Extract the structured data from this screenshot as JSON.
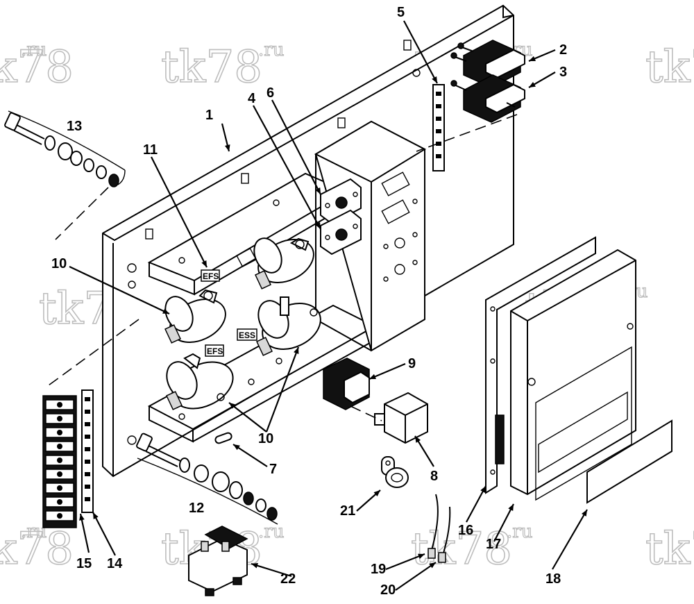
{
  "watermark": {
    "text": "tk78",
    "suffix": ".ru"
  },
  "labels": {
    "efs1": "EFS",
    "efs2": "EFS",
    "ess": "ESS"
  },
  "callouts": [
    {
      "id": "c1",
      "text": "1"
    },
    {
      "id": "c2",
      "text": "2"
    },
    {
      "id": "c3",
      "text": "3"
    },
    {
      "id": "c4",
      "text": "4"
    },
    {
      "id": "c5",
      "text": "5"
    },
    {
      "id": "c6",
      "text": "6"
    },
    {
      "id": "c7",
      "text": "7"
    },
    {
      "id": "c8",
      "text": "8"
    },
    {
      "id": "c9",
      "text": "9"
    },
    {
      "id": "c10a",
      "text": "10"
    },
    {
      "id": "c10b",
      "text": "10"
    },
    {
      "id": "c11",
      "text": "11"
    },
    {
      "id": "c12",
      "text": "12"
    },
    {
      "id": "c13",
      "text": "13"
    },
    {
      "id": "c14",
      "text": "14"
    },
    {
      "id": "c15",
      "text": "15"
    },
    {
      "id": "c16",
      "text": "16"
    },
    {
      "id": "c17",
      "text": "17"
    },
    {
      "id": "c18",
      "text": "18"
    },
    {
      "id": "c19",
      "text": "19"
    },
    {
      "id": "c20",
      "text": "20"
    },
    {
      "id": "c21",
      "text": "21"
    },
    {
      "id": "c22",
      "text": "22"
    }
  ]
}
